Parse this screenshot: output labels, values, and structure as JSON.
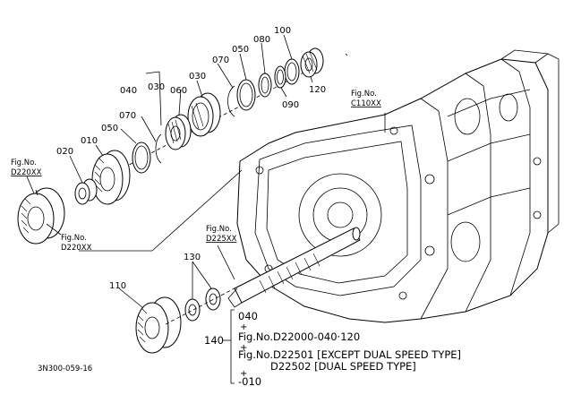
{
  "callouts": {
    "p040": "040",
    "p030a": "030",
    "p060": "060",
    "p030b": "030",
    "p070a": "070",
    "p050a": "050",
    "p080": "080",
    "p100": "100",
    "p120": "120",
    "p090": "090",
    "p070b": "070",
    "p050b": "050",
    "p010": "010",
    "p020": "020",
    "p110": "110",
    "p130": "130",
    "p140": "140"
  },
  "fig_refs": {
    "fig_no_label": "Fig.No.",
    "ref_d220_top": "D220XX",
    "ref_d220_bottom": "D220XX",
    "ref_c110": "C110XX",
    "ref_d225": "D225XX"
  },
  "legend": {
    "item_040": "040",
    "plus1": "+",
    "line_fig_d22000": "Fig.No.D22000-040·120",
    "plus2": "+",
    "line_fig_d22501": "Fig.No.D22501 [EXCEPT DUAL SPEED TYPE]",
    "line_d22502": "D22502 [DUAL SPEED TYPE]",
    "plus3": "+",
    "item_010": "-010"
  },
  "drawing_id": "3N300-059-16"
}
